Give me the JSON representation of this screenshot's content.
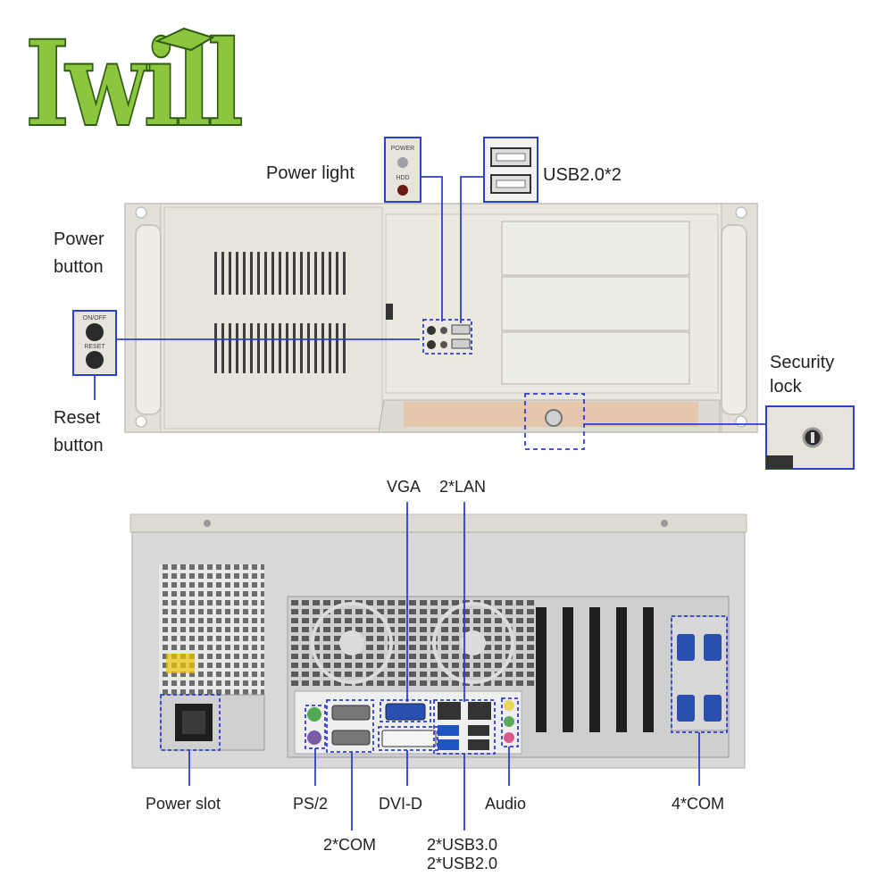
{
  "brand": {
    "logo_text": "Iwill",
    "color": "#8cc63f",
    "outline": "#2f5a12"
  },
  "accent_color": "#2c3fd0",
  "front_panel": {
    "power_light": "Power light",
    "usb": "USB2.0*2",
    "power_button_1": "Power",
    "power_button_2": "button",
    "reset_button_1": "Reset",
    "reset_button_2": "button",
    "security_lock_1": "Security",
    "security_lock_2": "lock",
    "mini_power": "POWER",
    "mini_hdd": "HDD",
    "mini_onoff": "ON/OFF",
    "mini_reset": "RESET"
  },
  "rear_panel": {
    "vga": "VGA",
    "lan": "2*LAN",
    "power_slot": "Power slot",
    "ps2": "PS/2",
    "com2": "2*COM",
    "dvid": "DVI-D",
    "usb3": "2*USB3.0",
    "usb2": "2*USB2.0",
    "audio": "Audio",
    "com4": "4*COM"
  }
}
